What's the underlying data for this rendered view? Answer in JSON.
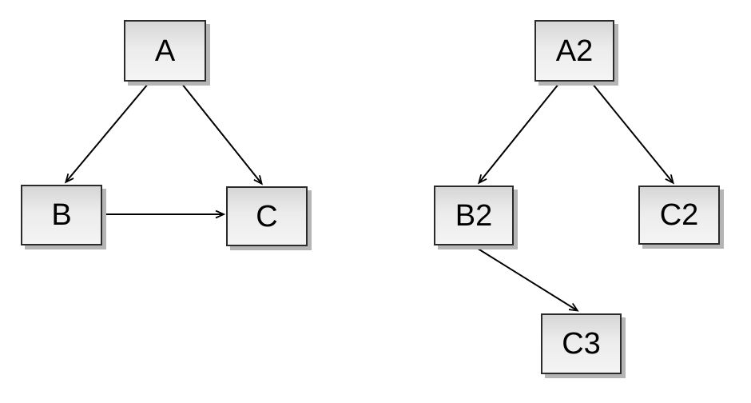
{
  "page": {
    "background_color": "#ffffff"
  },
  "styles": {
    "node_fill_top": "#d6d6d6",
    "node_fill_bottom": "#f4f4f4",
    "node_border_color": "#2b2b2b",
    "node_shadow_color": "#b5b5b5",
    "edge_color": "#000000",
    "text_color": "#000000"
  },
  "graphs": [
    {
      "name": "left-graph",
      "nodes": [
        {
          "id": "A",
          "label": "A"
        },
        {
          "id": "B",
          "label": "B"
        },
        {
          "id": "C",
          "label": "C"
        }
      ],
      "edges": [
        {
          "from": "A",
          "to": "B"
        },
        {
          "from": "A",
          "to": "C"
        },
        {
          "from": "B",
          "to": "C"
        }
      ]
    },
    {
      "name": "right-graph",
      "nodes": [
        {
          "id": "A2",
          "label": "A2"
        },
        {
          "id": "B2",
          "label": "B2"
        },
        {
          "id": "C2",
          "label": "C2"
        },
        {
          "id": "C3",
          "label": "C3"
        }
      ],
      "edges": [
        {
          "from": "A2",
          "to": "B2"
        },
        {
          "from": "A2",
          "to": "C2"
        },
        {
          "from": "B2",
          "to": "C3"
        }
      ]
    }
  ]
}
